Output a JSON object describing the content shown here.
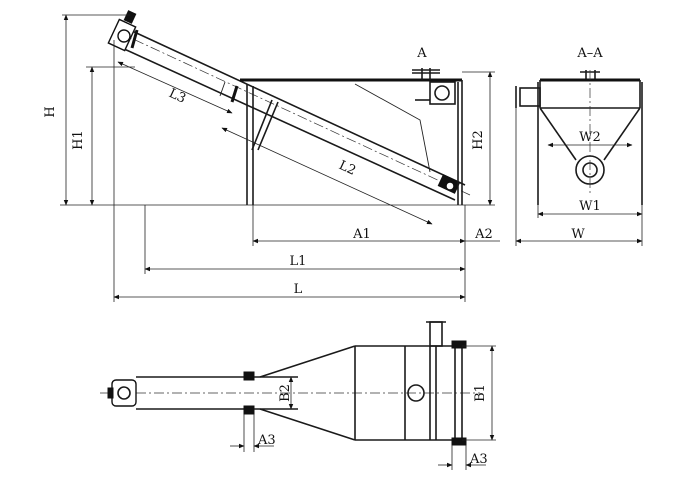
{
  "labels": {
    "H": "H",
    "H1": "H1",
    "H2": "H2",
    "L": "L",
    "L1": "L1",
    "L2": "L2",
    "L3": "L3",
    "A": "A",
    "A1": "A1",
    "A2": "A2",
    "section": "A–A",
    "W": "W",
    "W1": "W1",
    "W2": "W2",
    "B1": "B1",
    "B2": "B2",
    "A3_left": "A3",
    "A3_right": "A3"
  }
}
